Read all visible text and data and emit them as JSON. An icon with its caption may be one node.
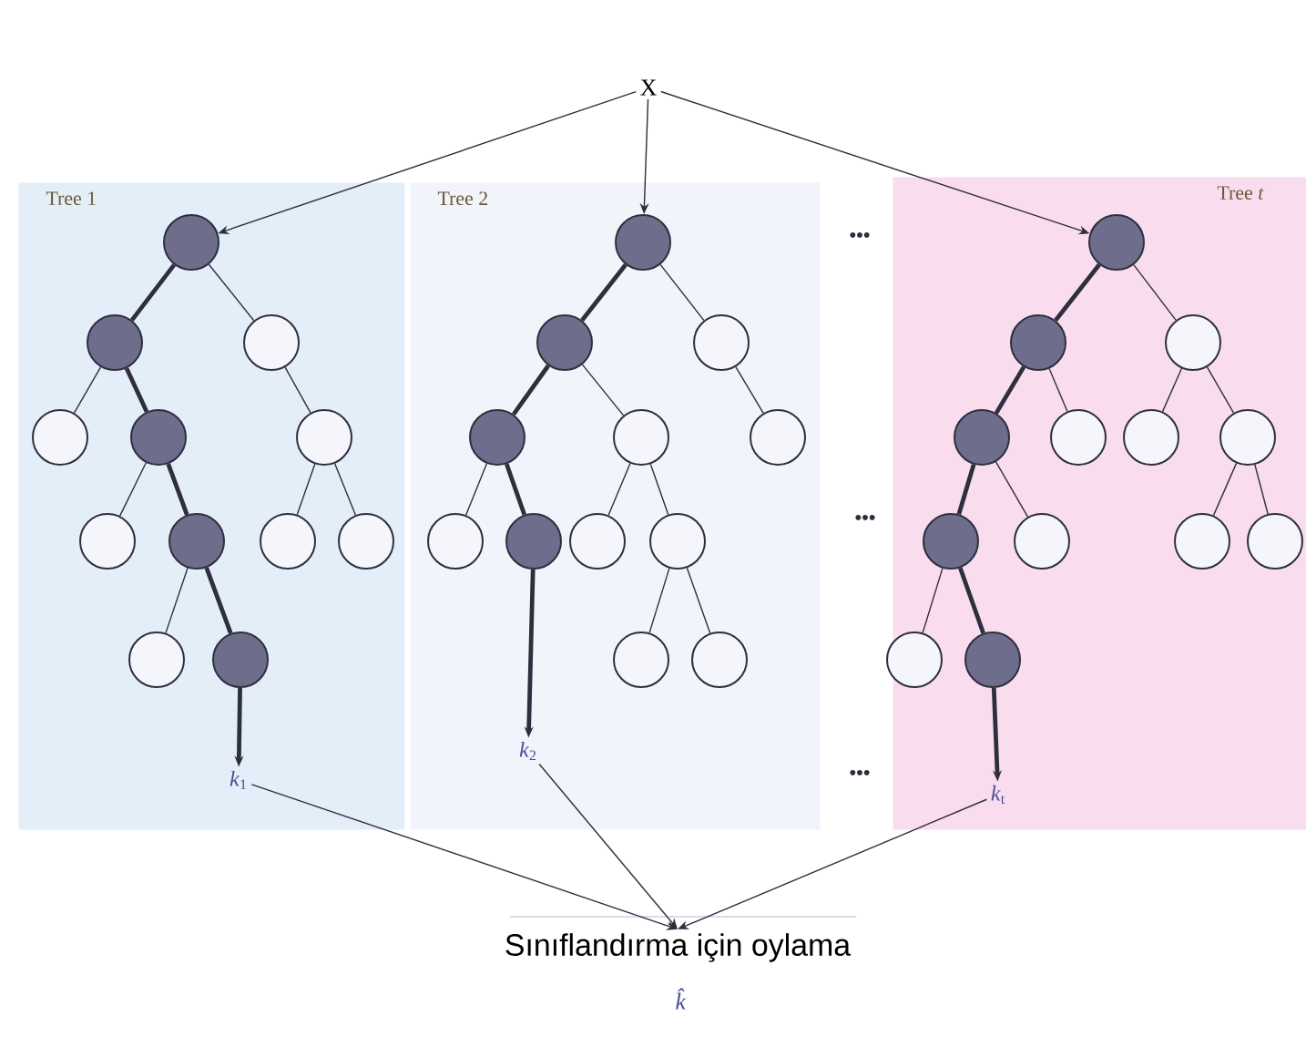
{
  "diagram": {
    "nodes": [
      {
        "text": [
          "X"
        ]
      },
      {
        "text": [
          "Tree 1"
        ]
      },
      {
        "text": [],
        "shape": "circle",
        "in": 1
      },
      {
        "text": [],
        "shape": "circle",
        "in": 1
      },
      {
        "text": [],
        "shape": "circle",
        "in": 1
      },
      {
        "text": [],
        "shape": "circle",
        "in": 1
      },
      {
        "text": [],
        "shape": "circle",
        "in": 1
      },
      {
        "text": [],
        "shape": "circle",
        "in": 1
      },
      {
        "text": [],
        "shape": "circle",
        "in": 1
      },
      {
        "text": [],
        "shape": "circle",
        "in": 1
      },
      {
        "text": [],
        "shape": "circle",
        "in": 1
      },
      {
        "text": [],
        "shape": "circle",
        "in": 1
      },
      {
        "text": [],
        "shape": "circle",
        "in": 1
      },
      {
        "text": [],
        "shape": "circle",
        "in": 1
      },
      {
        "text": [
          "*k*$_{1}$"
        ],
        "in": 1
      },
      {
        "text": [
          "Tree 2"
        ]
      },
      {
        "text": [],
        "shape": "circle",
        "in": 15
      },
      {
        "text": [],
        "shape": "circle",
        "in": 15
      },
      {
        "text": [],
        "shape": "circle",
        "in": 15
      },
      {
        "text": [],
        "shape": "circle",
        "in": 15
      },
      {
        "text": [],
        "shape": "circle",
        "in": 15
      },
      {
        "text": [],
        "shape": "circle",
        "in": 15
      },
      {
        "text": [],
        "shape": "circle",
        "in": 15
      },
      {
        "text": [],
        "shape": "circle",
        "in": 15
      },
      {
        "text": [],
        "shape": "circle",
        "in": 15
      },
      {
        "text": [],
        "shape": "circle",
        "in": 15
      },
      {
        "text": [],
        "shape": "circle",
        "in": 15
      },
      {
        "text": [],
        "shape": "circle",
        "in": 15
      },
      {
        "text": [
          "*k*$_{2}$"
        ],
        "in": 15
      },
      {
        "text": [
          "Tree *t*"
        ]
      },
      {
        "text": [],
        "shape": "circle",
        "in": 29
      },
      {
        "text": [],
        "shape": "circle",
        "in": 29
      },
      {
        "text": [],
        "shape": "circle",
        "in": 29
      },
      {
        "text": [],
        "shape": "circle",
        "in": 29
      },
      {
        "text": [],
        "shape": "circle",
        "in": 29
      },
      {
        "text": [],
        "shape": "circle",
        "in": 29
      },
      {
        "text": [],
        "shape": "circle",
        "in": 29
      },
      {
        "text": [],
        "shape": "circle",
        "in": 29
      },
      {
        "text": [],
        "shape": "circle",
        "in": 29
      },
      {
        "text": [],
        "shape": "circle",
        "in": 29
      },
      {
        "text": [],
        "shape": "circle",
        "in": 29
      },
      {
        "text": [],
        "shape": "circle",
        "in": 29
      },
      {
        "text": [],
        "shape": "circle",
        "in": 29
      },
      {
        "text": [
          "*k*$_{t}$"
        ],
        "in": 29
      },
      {
        "text": [
          "Sınıflandırma için oylama"
        ]
      }
    ],
    "edges": [
      {
        "from": 0,
        "to": 2,
        "arrow": "to"
      },
      {
        "from": 0,
        "to": 16,
        "arrow": "to"
      },
      {
        "from": 0,
        "to": 30,
        "arrow": "to"
      },
      {
        "from": 2,
        "to": 3,
        "arrow": "none",
        "style": "thick"
      },
      {
        "from": 2,
        "to": 4,
        "arrow": "none"
      },
      {
        "from": 3,
        "to": 5,
        "arrow": "none"
      },
      {
        "from": 3,
        "to": 6,
        "arrow": "none",
        "style": "thick"
      },
      {
        "from": 4,
        "to": 7,
        "arrow": "none"
      },
      {
        "from": 6,
        "to": 8,
        "arrow": "none"
      },
      {
        "from": 6,
        "to": 9,
        "arrow": "none",
        "style": "thick"
      },
      {
        "from": 7,
        "to": 10,
        "arrow": "none"
      },
      {
        "from": 7,
        "to": 11,
        "arrow": "none"
      },
      {
        "from": 9,
        "to": 12,
        "arrow": "none"
      },
      {
        "from": 9,
        "to": 13,
        "arrow": "none",
        "style": "thick"
      },
      {
        "from": 13,
        "to": 14,
        "arrow": "to",
        "style": "thick"
      },
      {
        "from": 16,
        "to": 17,
        "arrow": "none",
        "style": "thick"
      },
      {
        "from": 16,
        "to": 18,
        "arrow": "none"
      },
      {
        "from": 17,
        "to": 19,
        "arrow": "none",
        "style": "thick"
      },
      {
        "from": 17,
        "to": 20,
        "arrow": "none"
      },
      {
        "from": 18,
        "to": 21,
        "arrow": "none"
      },
      {
        "from": 19,
        "to": 22,
        "arrow": "none"
      },
      {
        "from": 19,
        "to": 23,
        "arrow": "none",
        "style": "thick"
      },
      {
        "from": 20,
        "to": 24,
        "arrow": "none"
      },
      {
        "from": 20,
        "to": 25,
        "arrow": "none"
      },
      {
        "from": 25,
        "to": 26,
        "arrow": "none"
      },
      {
        "from": 25,
        "to": 27,
        "arrow": "none"
      },
      {
        "from": 23,
        "to": 28,
        "arrow": "to",
        "style": "thick"
      },
      {
        "from": 30,
        "to": 31,
        "arrow": "none",
        "style": "thick"
      },
      {
        "from": 30,
        "to": 32,
        "arrow": "none"
      },
      {
        "from": 31,
        "to": 33,
        "arrow": "none",
        "style": "thick"
      },
      {
        "from": 31,
        "to": 34,
        "arrow": "none"
      },
      {
        "from": 32,
        "to": 35,
        "arrow": "none"
      },
      {
        "from": 32,
        "to": 36,
        "arrow": "none"
      },
      {
        "from": 33,
        "to": 37,
        "arrow": "none",
        "style": "thick"
      },
      {
        "from": 33,
        "to": 38,
        "arrow": "none"
      },
      {
        "from": 36,
        "to": 39,
        "arrow": "none"
      },
      {
        "from": 36,
        "to": 40,
        "arrow": "none"
      },
      {
        "from": 37,
        "to": 41,
        "arrow": "none"
      },
      {
        "from": 37,
        "to": 42,
        "arrow": "none",
        "style": "thick"
      },
      {
        "from": 42,
        "to": 43,
        "arrow": "to",
        "style": "thick"
      },
      {
        "from": 14,
        "to": 44,
        "arrow": "to"
      },
      {
        "from": 28,
        "to": 44,
        "arrow": "to"
      },
      {
        "from": 43,
        "to": 44,
        "arrow": "to"
      }
    ],
    "labels": [
      "•••",
      "•••",
      "•••",
      "*k̂*"
    ]
  }
}
